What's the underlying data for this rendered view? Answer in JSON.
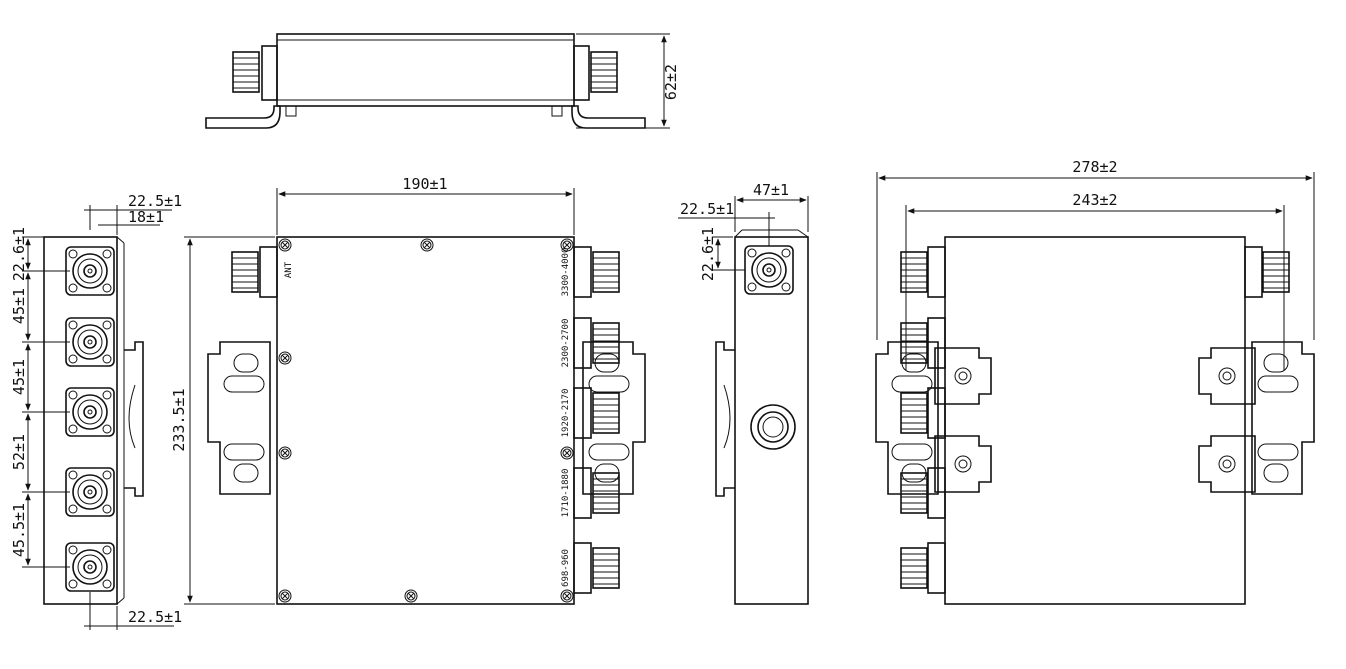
{
  "dimensions": {
    "height": "62±2",
    "width_front": "190±1",
    "height_front": "233.5±1",
    "side_conn_offset": "22.5±1",
    "side_flange_offset": "18±1",
    "side_top_offset": "22.6±1",
    "pitch_1": "45±1",
    "pitch_2": "45±1",
    "pitch_3": "52±1",
    "pitch_4": "45.5±1",
    "side_bottom_offset": "22.5±1",
    "depth": "47±1",
    "right_conn_offset": "22.5±1",
    "right_top_offset": "22.6±1",
    "overall_width": "278±2",
    "hole_spacing": "243±2"
  },
  "ports": {
    "antenna": "ANT",
    "band_1": "3300-4000",
    "band_2": "2300-2700",
    "band_3": "1920-2170",
    "band_4": "1710-1880",
    "band_5": "698-960"
  }
}
